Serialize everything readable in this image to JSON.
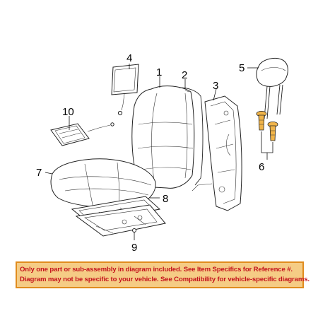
{
  "callouts": {
    "c1": "1",
    "c2": "2",
    "c3": "3",
    "c4": "4",
    "c5": "5",
    "c6": "6",
    "c7": "7",
    "c8": "8",
    "c9": "9",
    "c10": "10"
  },
  "disclaimer": {
    "line1": "Only one part or sub-assembly in diagram included. See Item Specifics for Reference #.",
    "line2": "Diagram may not be specific to your vehicle. See Compatibility for vehicle-specific diagrams."
  },
  "colors": {
    "banner_fill": "#f5cc85",
    "banner_border": "#e08c1e",
    "banner_text": "#c4121c",
    "bolt_highlight": "#f0b44a"
  }
}
